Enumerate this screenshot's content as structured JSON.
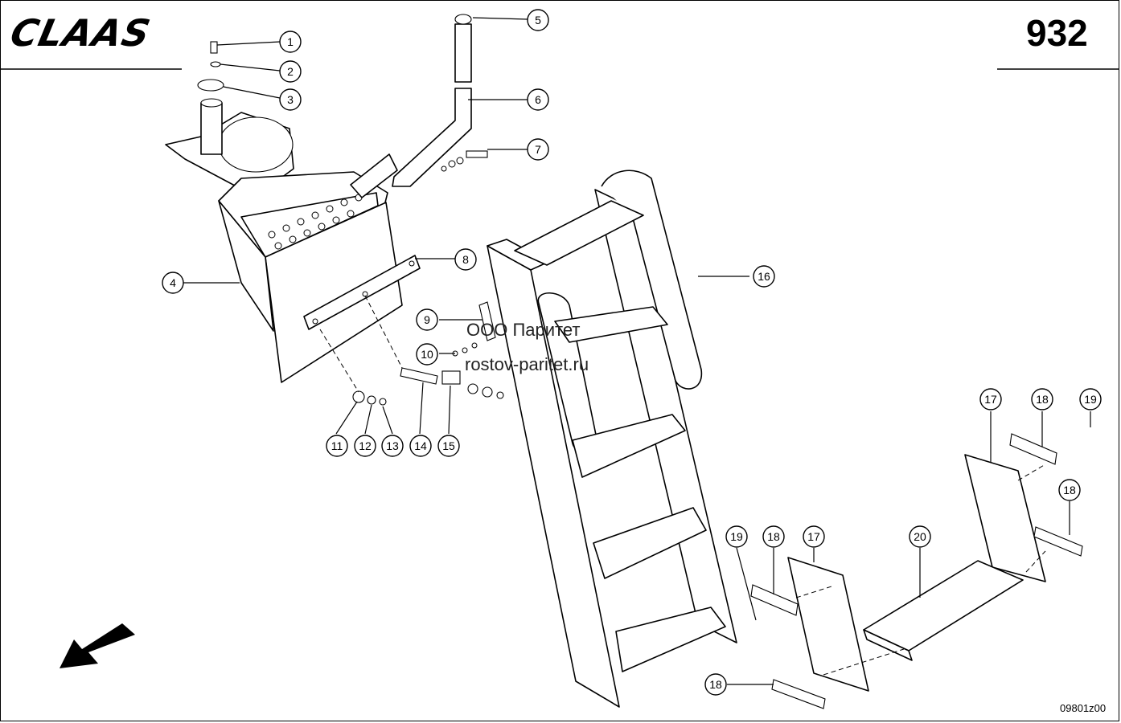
{
  "header": {
    "logo": "CLAAS",
    "page_number": "932"
  },
  "watermark": {
    "line1": "ООО Паритет",
    "line2": "rostov-paritet.ru"
  },
  "footer": {
    "drawing_code": "09801z00"
  },
  "callouts": [
    "1",
    "2",
    "3",
    "4",
    "5",
    "6",
    "7",
    "8",
    "9",
    "10",
    "11",
    "12",
    "13",
    "14",
    "15",
    "16",
    "17",
    "18",
    "19",
    "20",
    "17",
    "18",
    "18",
    "19",
    "18"
  ]
}
